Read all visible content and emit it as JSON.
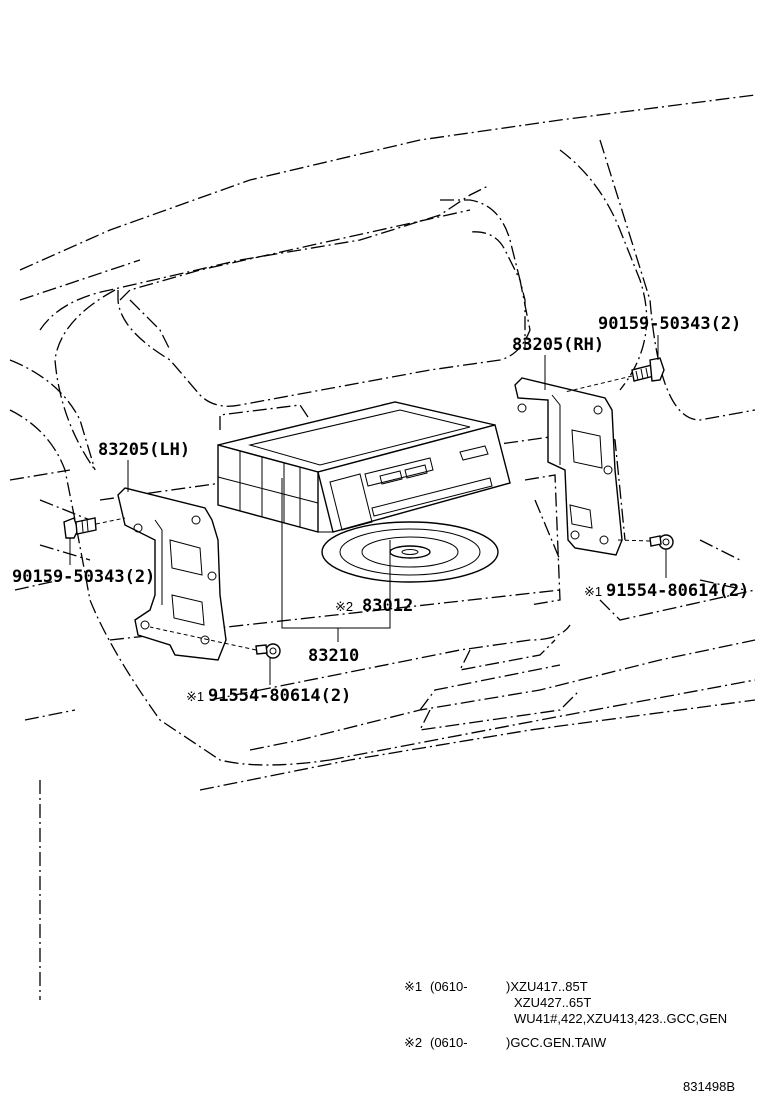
{
  "labels": {
    "bolt_rh": "90159-50343(2)",
    "bracket_rh": "83205(RH)",
    "bracket_lh": "83205(LH)",
    "bolt_lh": "90159-50343(2)",
    "screw_rh": "91554-80614(2)",
    "screw_lh": "91554-80614(2)",
    "disc": "83012",
    "player": "83210"
  },
  "marks": {
    "m1": "※1",
    "m2": "※2"
  },
  "notes": {
    "n1_mark": "※1",
    "n1_range": "(0610-",
    "n1_line1": ")XZU417..85T",
    "n1_line2": "XZU427..65T",
    "n1_line3": "WU41#,422,XZU413,423..GCC,GEN",
    "n2_mark": "※2",
    "n2_range": "(0610-",
    "n2_line1": ")GCC.GEN.TAIW"
  },
  "diagram_id": "831498B"
}
